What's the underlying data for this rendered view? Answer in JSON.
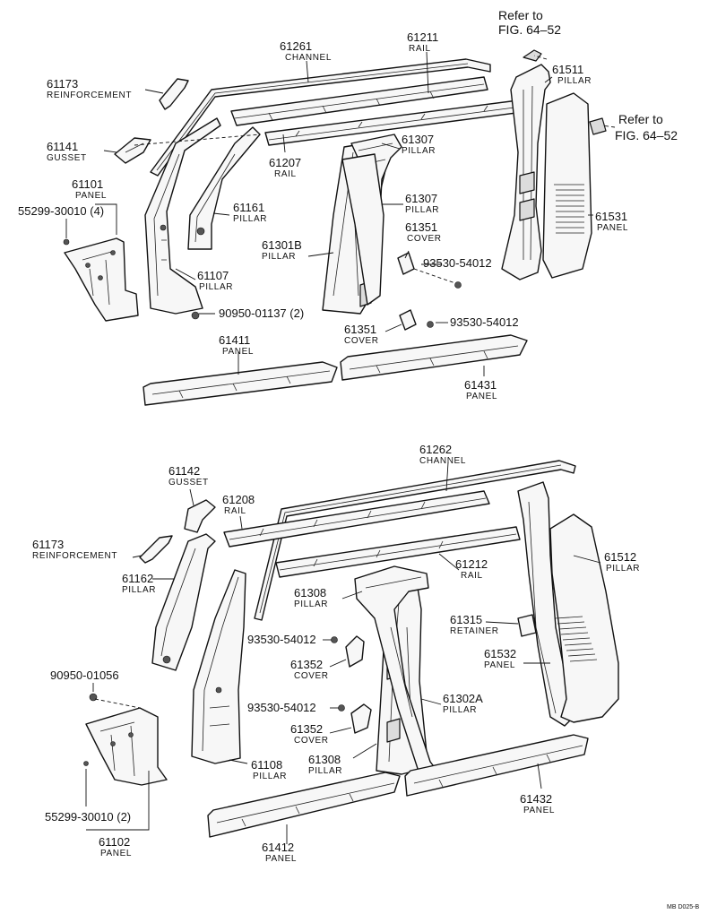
{
  "diagram": {
    "code": "MB D025-B",
    "refs": {
      "fig_a_line1": "Refer to",
      "fig_a_line2": "FIG. 64–52",
      "fig_b_line1": "Refer to",
      "fig_b_line2": "FIG. 64–52"
    },
    "callouts": {
      "p61261": {
        "number": "61261",
        "name": "CHANNEL"
      },
      "p61211": {
        "number": "61211",
        "name": "RAIL"
      },
      "p61173a": {
        "number": "61173",
        "name": "REINFORCEMENT"
      },
      "p61511": {
        "number": "61511",
        "name": "PILLAR"
      },
      "p61141": {
        "number": "61141",
        "name": "GUSSET"
      },
      "p61307a": {
        "number": "61307",
        "name": "PILLAR"
      },
      "p61207": {
        "number": "61207",
        "name": "RAIL"
      },
      "p61101": {
        "number": "61101",
        "name": "PANEL"
      },
      "f55299a": {
        "number": "55299-30010 (4)"
      },
      "p61161": {
        "number": "61161",
        "name": "PILLAR"
      },
      "p61307b": {
        "number": "61307",
        "name": "PILLAR"
      },
      "p61531": {
        "number": "61531",
        "name": "PANEL"
      },
      "p61351a": {
        "number": "61351",
        "name": "COVER"
      },
      "p61301b": {
        "number": "61301B",
        "name": "PILLAR"
      },
      "f93530a": {
        "number": "93530-54012"
      },
      "p61107": {
        "number": "61107",
        "name": "PILLAR"
      },
      "f90950a": {
        "number": "90950-01137 (2)"
      },
      "f93530b": {
        "number": "93530-54012"
      },
      "p61351b": {
        "number": "61351",
        "name": "COVER"
      },
      "p61411": {
        "number": "61411",
        "name": "PANEL"
      },
      "p61431": {
        "number": "61431",
        "name": "PANEL"
      },
      "p61262": {
        "number": "61262",
        "name": "CHANNEL"
      },
      "p61142": {
        "number": "61142",
        "name": "GUSSET"
      },
      "p61208": {
        "number": "61208",
        "name": "RAIL"
      },
      "p61173b": {
        "number": "61173",
        "name": "REINFORCEMENT"
      },
      "p61512": {
        "number": "61512",
        "name": "PILLAR"
      },
      "p61212": {
        "number": "61212",
        "name": "RAIL"
      },
      "p61162": {
        "number": "61162",
        "name": "PILLAR"
      },
      "p61308a": {
        "number": "61308",
        "name": "PILLAR"
      },
      "p61315": {
        "number": "61315",
        "name": "RETAINER"
      },
      "f93530c": {
        "number": "93530-54012"
      },
      "p61532": {
        "number": "61532",
        "name": "PANEL"
      },
      "p61352a": {
        "number": "61352",
        "name": "COVER"
      },
      "f90950b": {
        "number": "90950-01056"
      },
      "p61302a": {
        "number": "61302A",
        "name": "PILLAR"
      },
      "f93530d": {
        "number": "93530-54012"
      },
      "p61352b": {
        "number": "61352",
        "name": "COVER"
      },
      "p61308b": {
        "number": "61308",
        "name": "PILLAR"
      },
      "p61108": {
        "number": "61108",
        "name": "PILLAR"
      },
      "p61432": {
        "number": "61432",
        "name": "PANEL"
      },
      "f55299b": {
        "number": "55299-30010 (2)"
      },
      "p61412": {
        "number": "61412",
        "name": "PANEL"
      },
      "p61102": {
        "number": "61102",
        "name": "PANEL"
      }
    }
  }
}
